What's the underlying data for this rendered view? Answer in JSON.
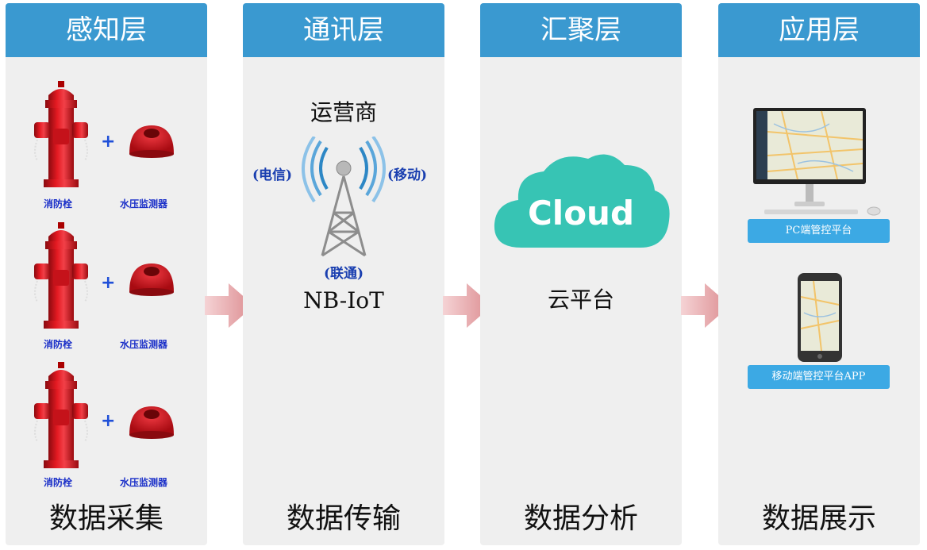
{
  "columns": [
    {
      "header": "感知层",
      "footer": "数据采集"
    },
    {
      "header": "通讯层",
      "footer": "数据传输"
    },
    {
      "header": "汇聚层",
      "footer": "数据分析"
    },
    {
      "header": "应用层",
      "footer": "数据展示"
    }
  ],
  "sensing": {
    "rows": [
      {
        "plus": "+",
        "hydrant_label": "消防栓",
        "sensor_label": "水压监测器"
      },
      {
        "plus": "+",
        "hydrant_label": "消防栓",
        "sensor_label": "水压监测器"
      },
      {
        "plus": "+",
        "hydrant_label": "消防栓",
        "sensor_label": "水压监测器"
      }
    ]
  },
  "comm": {
    "title": "运营商",
    "left_carrier": "(电信)",
    "right_carrier": "(移动)",
    "bottom_carrier": "(联通)",
    "protocol": "NB-IoT"
  },
  "aggregation": {
    "cloud_text": "Cloud",
    "label": "云平台"
  },
  "application": {
    "pc_label": "PC端管控平台",
    "mobile_label": "移动端管控平台APP"
  },
  "colors": {
    "header": "#3a99d0",
    "panel": "#efefef",
    "arrow": "#e2a0a3",
    "cloud": "#37c4b4",
    "button": "#3ca9e4",
    "hydrant": "#d8121b"
  }
}
